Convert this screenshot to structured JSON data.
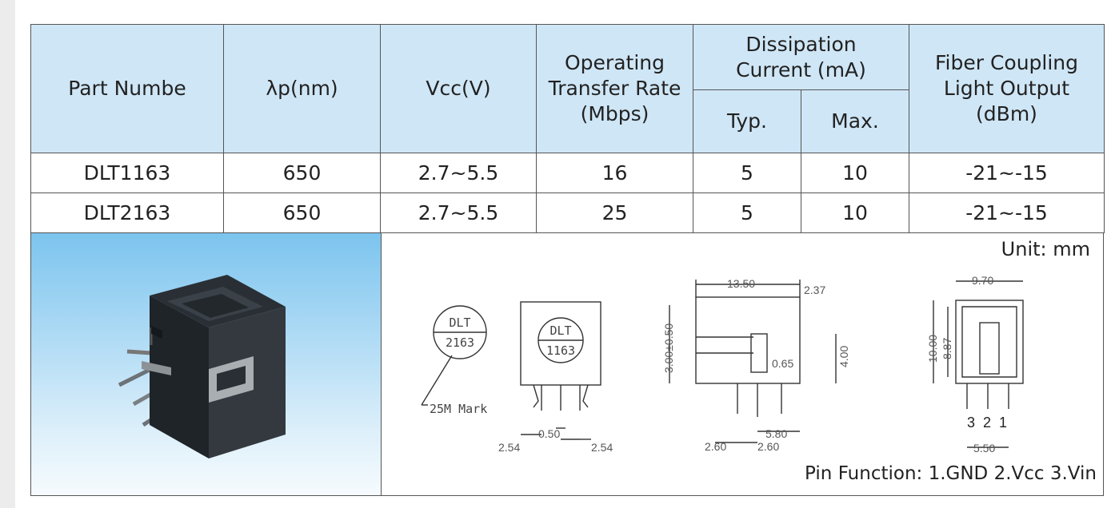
{
  "table": {
    "headers": {
      "part_number": "Part Numbe",
      "wavelength": "λp(nm)",
      "vcc": "Vcc(V)",
      "transfer_rate": "Operating Transfer Rate (Mbps)",
      "dissipation": "Dissipation Current (mA)",
      "typ": "Typ.",
      "max": "Max.",
      "fiber_output": "Fiber Coupling Light Output (dBm)"
    },
    "rows": [
      {
        "part": "DLT1163",
        "wavelength": "650",
        "vcc": "2.7~5.5",
        "rate": "16",
        "typ": "5",
        "max": "10",
        "output": "-21~-15"
      },
      {
        "part": "DLT2163",
        "wavelength": "650",
        "vcc": "2.7~5.5",
        "rate": "25",
        "typ": "5",
        "max": "10",
        "output": "-21~-15"
      }
    ]
  },
  "drawing": {
    "unit": "Unit:  mm",
    "pin_function": "Pin Function: 1.GND   2.Vcc   3.Vin",
    "mark_top": "DLT",
    "mark_bottom_a": "2163",
    "mark_bottom_b": "1163",
    "mark_label": "25M Mark",
    "dims": {
      "d050": "0.50",
      "d254a": "2.54",
      "d254b": "2.54",
      "d1350": "13.50",
      "d237": "2.37",
      "d300": "3.00±0.50",
      "d065": "0.65",
      "d400": "4.00",
      "d580": "5.80",
      "d260a": "2.60",
      "d260b": "2.60",
      "d970": "9.70",
      "d1000": "10.00",
      "d887": "8.87",
      "d550": "5.50",
      "pins": "3  2  1"
    }
  },
  "colors": {
    "header_bg": "#cfe6f6",
    "border": "#555555",
    "photo_top": "#7cc4ee"
  }
}
